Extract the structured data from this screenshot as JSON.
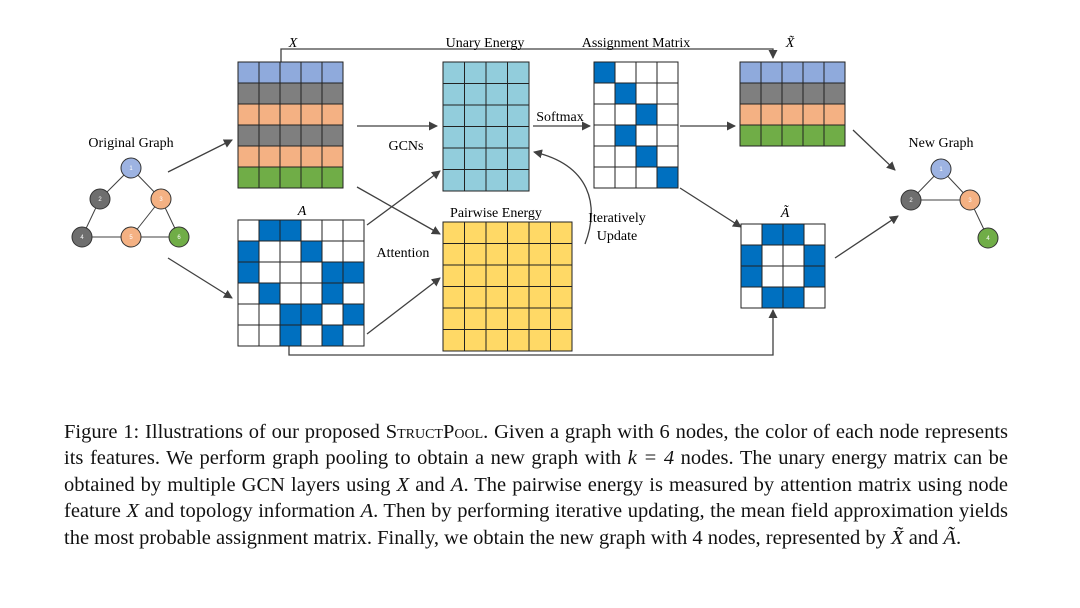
{
  "figure": {
    "labels": {
      "x": "X",
      "a": "A",
      "x_tilde": "X̃",
      "a_tilde": "Ã",
      "unary_energy": "Unary Energy",
      "assignment_matrix": "Assignment Matrix",
      "softmax": "Softmax",
      "gcns": "GCNs",
      "pairwise_energy": "Pairwise Energy",
      "iteratively": "Iteratively",
      "update": "Update",
      "attention": "Attention",
      "original_graph": "Original Graph",
      "new_graph": "New Graph"
    },
    "original_graph_nodes": [
      {
        "id": "1",
        "color": "#9db3e2"
      },
      {
        "id": "2",
        "color": "#6e6e6e"
      },
      {
        "id": "3",
        "color": "#f4b183"
      },
      {
        "id": "4",
        "color": "#6e6e6e"
      },
      {
        "id": "5",
        "color": "#f4b183"
      },
      {
        "id": "6",
        "color": "#70ad47"
      }
    ],
    "new_graph_nodes": [
      {
        "id": "1",
        "color": "#9db3e2"
      },
      {
        "id": "2",
        "color": "#6e6e6e"
      },
      {
        "id": "3",
        "color": "#f4b183"
      },
      {
        "id": "4",
        "color": "#70ad47"
      }
    ],
    "x_row_colors": [
      "#8faadc",
      "#7f7f7f",
      "#f4b183",
      "#7f7f7f",
      "#f4b183",
      "#70ad47"
    ],
    "x_tilde_row_colors": [
      "#8faadc",
      "#7f7f7f",
      "#f4b183",
      "#70ad47"
    ],
    "unary_color": "#92cddc",
    "pairwise_color": "#ffd966",
    "cell_fill_color": "#0070c0",
    "adjacency_a": [
      [
        0,
        1,
        1,
        0,
        0,
        0
      ],
      [
        1,
        0,
        0,
        1,
        0,
        0
      ],
      [
        1,
        0,
        0,
        0,
        1,
        1
      ],
      [
        0,
        1,
        0,
        0,
        1,
        0
      ],
      [
        0,
        0,
        1,
        1,
        0,
        1
      ],
      [
        0,
        0,
        1,
        0,
        1,
        0
      ]
    ],
    "assignment": [
      [
        1,
        0,
        0,
        0
      ],
      [
        0,
        1,
        0,
        0
      ],
      [
        0,
        0,
        1,
        0
      ],
      [
        0,
        1,
        0,
        0
      ],
      [
        0,
        0,
        1,
        0
      ],
      [
        0,
        0,
        0,
        1
      ]
    ],
    "adjacency_a_tilde": [
      [
        0,
        1,
        1,
        0
      ],
      [
        1,
        0,
        0,
        1
      ],
      [
        1,
        0,
        0,
        1
      ],
      [
        0,
        1,
        1,
        0
      ]
    ]
  },
  "caption": {
    "p1": "Figure 1: Illustrations of our proposed ",
    "name": "StructPool",
    "p2": ". Given a graph with 6 nodes, the color of each node represents its features. We perform graph pooling to obtain a new graph with ",
    "k_eq": "k = 4",
    "p3": " nodes. The unary energy matrix can be obtained by multiple GCN layers using ",
    "x1": "X",
    "p4": " and ",
    "a1": "A",
    "p5": ". The pairwise energy is measured by attention matrix using node feature ",
    "x2": "X",
    "p6": " and topology information ",
    "a2": "A",
    "p7": ". Then by performing iterative updating, the mean field approximation yields the most probable assignment matrix. Finally, we obtain the new graph with 4 nodes, represented by ",
    "xt": "X̃",
    "p8": " and ",
    "at": "Ã",
    "p9": "."
  }
}
